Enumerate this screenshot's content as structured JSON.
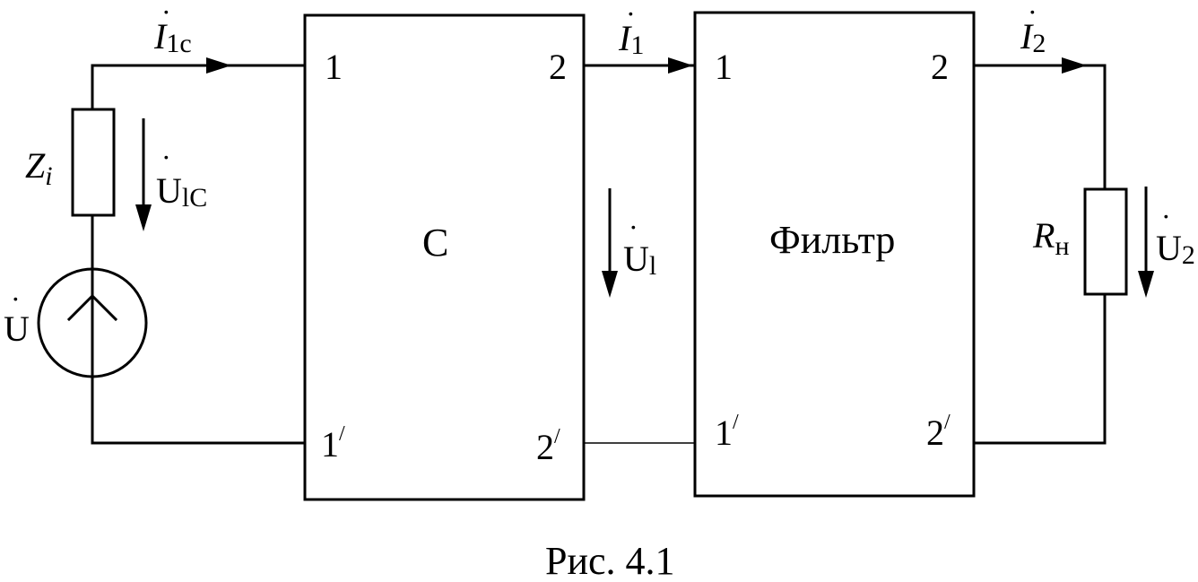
{
  "caption": "Рис. 4.1",
  "blocks": {
    "left": {
      "label": "C",
      "ports": {
        "in_top": "1",
        "in_bottom": "1",
        "out_top": "2",
        "out_bottom": "2"
      }
    },
    "right": {
      "label": "Фильтр",
      "ports": {
        "in_top": "1",
        "in_bottom": "1",
        "out_top": "2",
        "out_bottom": "2"
      }
    }
  },
  "prime": "/",
  "components": {
    "source_impedance": {
      "symbol": "Z",
      "subscript": "i"
    },
    "source_voltage": {
      "symbol": "U"
    },
    "load": {
      "symbol": "R",
      "subscript": "н"
    }
  },
  "currents": {
    "i1c": {
      "symbol": "I",
      "subscript": "1c"
    },
    "i1": {
      "symbol": "I",
      "subscript": "1"
    },
    "i2": {
      "symbol": "I",
      "subscript": "2"
    }
  },
  "voltages": {
    "u1c": {
      "symbol": "U",
      "subscript": "lC"
    },
    "u1": {
      "symbol": "U",
      "subscript": "l"
    },
    "u2": {
      "symbol": "U",
      "subscript": "2"
    }
  },
  "dot": "·"
}
